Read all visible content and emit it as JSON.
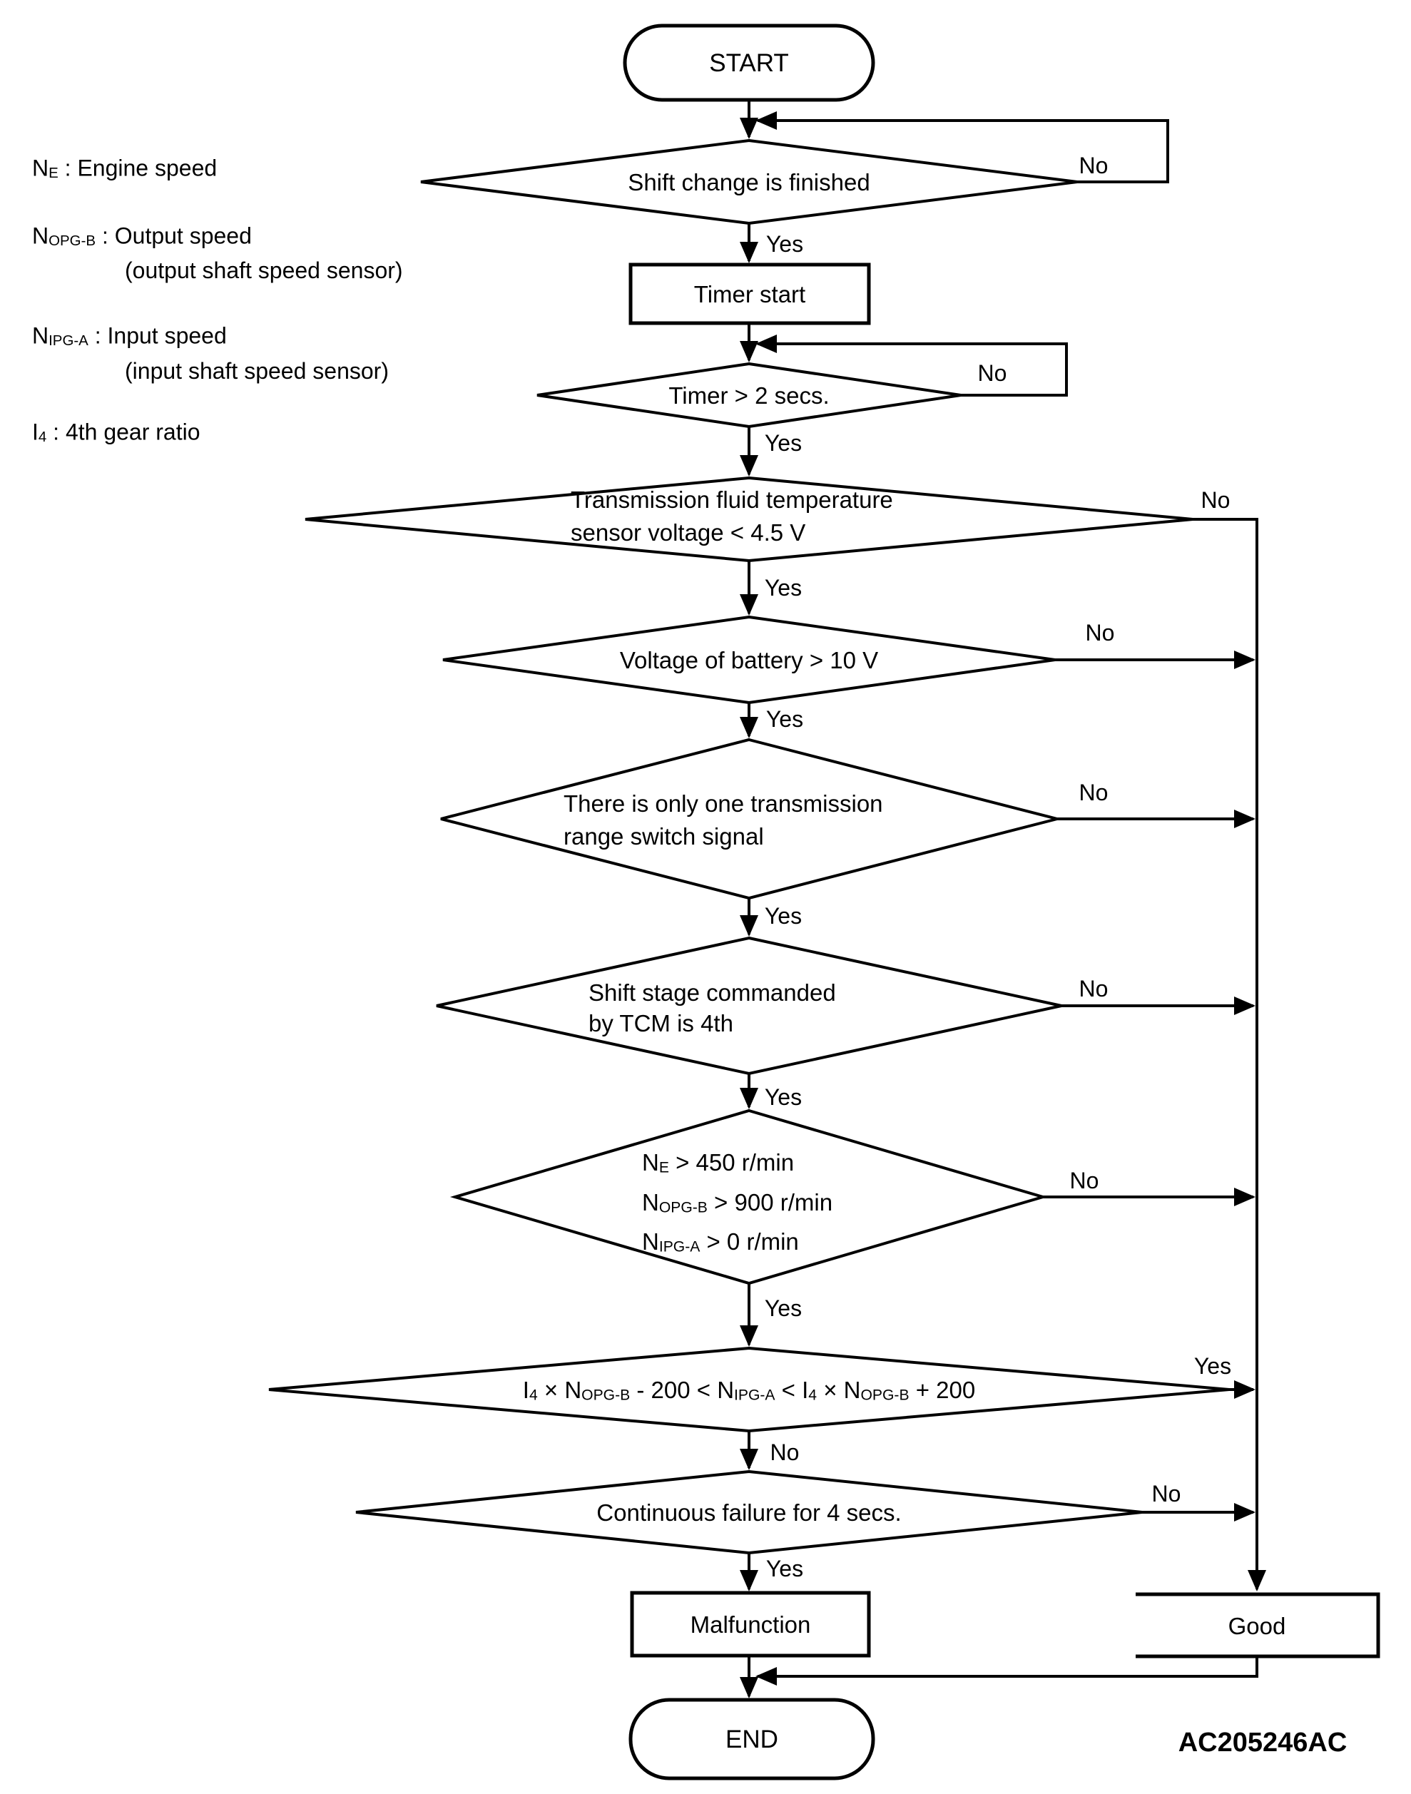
{
  "figure": {
    "code": "AC205246AC"
  },
  "terminals": {
    "start": "START",
    "end": "END"
  },
  "process": {
    "timer_start": "Timer start"
  },
  "results": {
    "malfunction": "Malfunction",
    "good": "Good"
  },
  "labels": {
    "yes": "Yes",
    "no": "No"
  },
  "legend": {
    "lines": [
      {
        "rich": [
          {
            "t": "N"
          },
          {
            "sub": "E"
          },
          {
            "t": " : Engine speed"
          }
        ]
      },
      {
        "rich": [
          {
            "t": "N"
          },
          {
            "sub": "OPG-B"
          },
          {
            "t": " : Output speed"
          }
        ]
      },
      {
        "text": "(output shaft speed sensor)"
      },
      {
        "rich": [
          {
            "t": "N"
          },
          {
            "sub": "IPG-A"
          },
          {
            "t": " : Input speed"
          }
        ]
      },
      {
        "text": "(input shaft speed sensor)"
      },
      {
        "rich": [
          {
            "t": "I"
          },
          {
            "sub": "4"
          },
          {
            "t": " : 4th gear ratio"
          }
        ]
      }
    ]
  },
  "decisions": {
    "shift_change": {
      "text": "Shift change is finished"
    },
    "timer": {
      "text": "Timer > 2 secs."
    },
    "fluid_temp": {
      "lines": [
        "Transmission fluid temperature",
        "sensor voltage < 4.5 V"
      ]
    },
    "battery": {
      "text": "Voltage of battery > 10 V"
    },
    "range_switch": {
      "lines": [
        "There is only one transmission",
        "range switch signal"
      ]
    },
    "shift_stage": {
      "lines": [
        "Shift stage commanded",
        "by TCM is 4th"
      ]
    },
    "speeds": {
      "rich_lines": [
        [
          {
            "t": "N"
          },
          {
            "sub": "E"
          },
          {
            "t": " > 450 r/min"
          }
        ],
        [
          {
            "t": "N"
          },
          {
            "sub": "OPG-B"
          },
          {
            "t": " > 900 r/min"
          }
        ],
        [
          {
            "t": "N"
          },
          {
            "sub": "IPG-A"
          },
          {
            "t": " > 0 r/min"
          }
        ]
      ]
    },
    "ratio_window": {
      "rich": [
        {
          "t": "I"
        },
        {
          "sub": "4"
        },
        {
          "t": " × N"
        },
        {
          "sub": "OPG-B"
        },
        {
          "t": " - 200 < N"
        },
        {
          "sub": "IPG-A"
        },
        {
          "t": " < I"
        },
        {
          "sub": "4"
        },
        {
          "t": " × N"
        },
        {
          "sub": "OPG-B"
        },
        {
          "t": " + 200"
        }
      ]
    },
    "continuous_failure": {
      "text": "Continuous failure for 4 secs."
    }
  }
}
